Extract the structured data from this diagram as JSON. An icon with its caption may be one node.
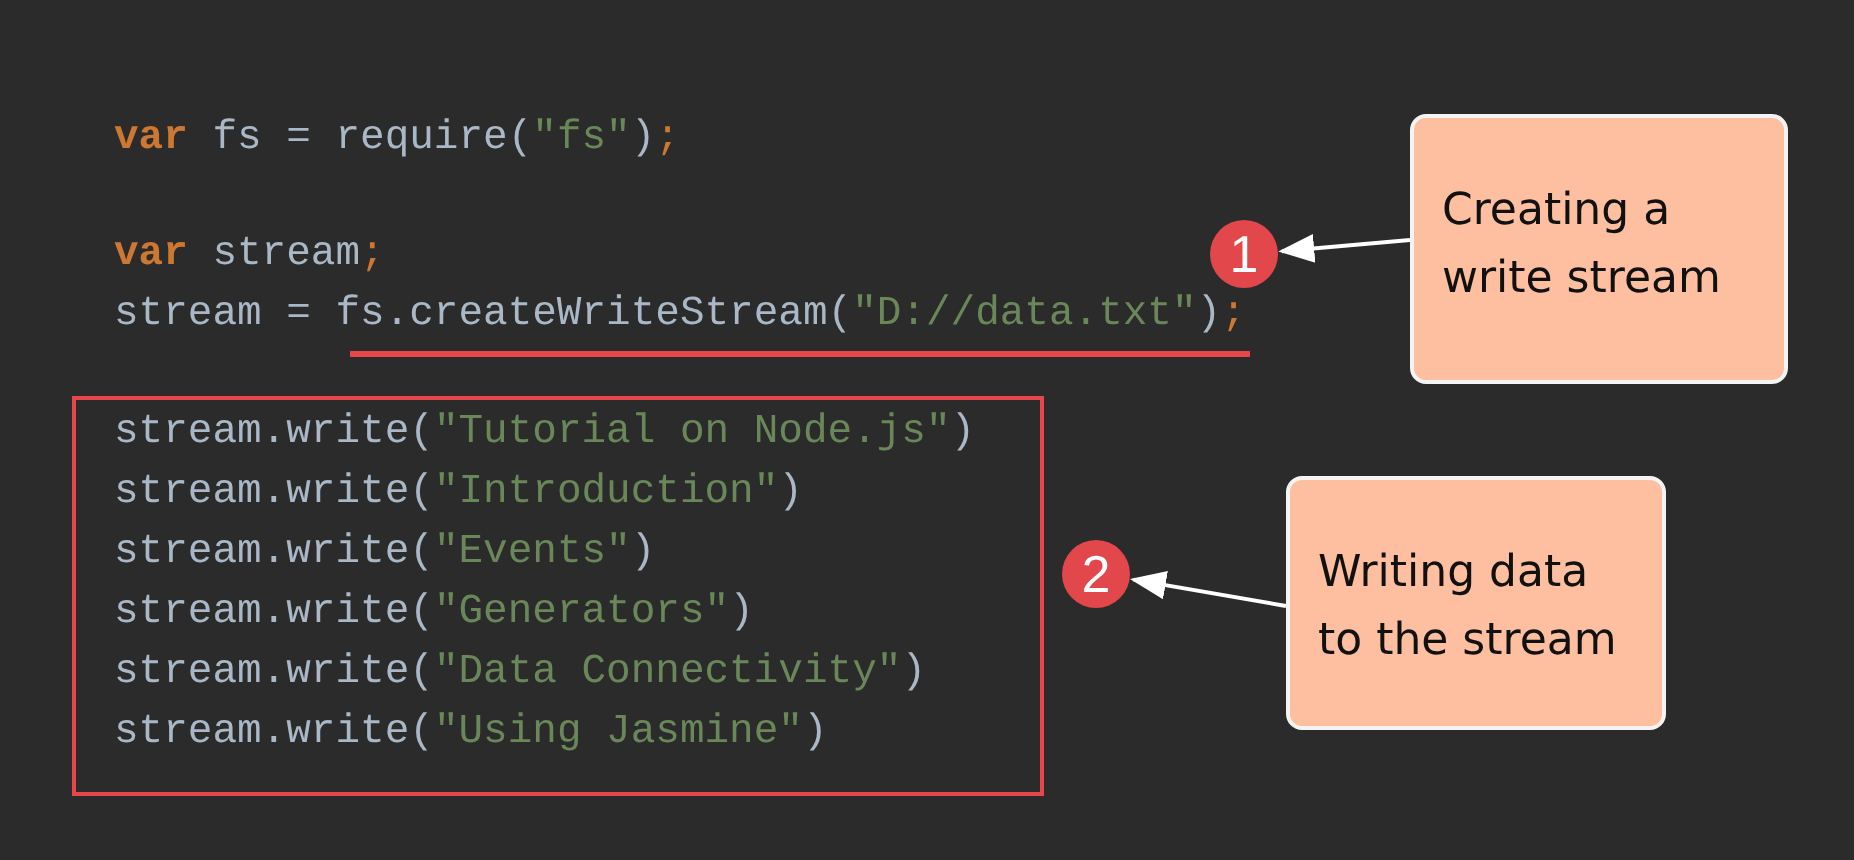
{
  "diagram": {
    "nodes": [
      {
        "text": [
          "Creating a write stream"
        ]
      },
      {
        "text": [
          "1"
        ]
      },
      {
        "text": [
          "stream.write(\"Tutorial on Node.js\")",
          "stream.write(\"Introduction\")",
          "stream.write(\"Events\")",
          "stream.write(\"Generators\")",
          "stream.write(\"Data Connectivity\")",
          "stream.write(\"Using Jasmine\")"
        ]
      },
      {
        "text": [
          "Writing data to the stream"
        ]
      },
      {
        "text": [
          "2"
        ]
      }
    ],
    "edges": [
      {
        "from": 0,
        "to": 1,
        "arrow": "to"
      },
      {
        "from": 3,
        "to": 4,
        "arrow": "to"
      }
    ],
    "labels": [
      "**var** fs = require(\"fs\");",
      "**var** stream;",
      "stream = fs.createWriteStream(\"D://data.txt\");"
    ]
  }
}
